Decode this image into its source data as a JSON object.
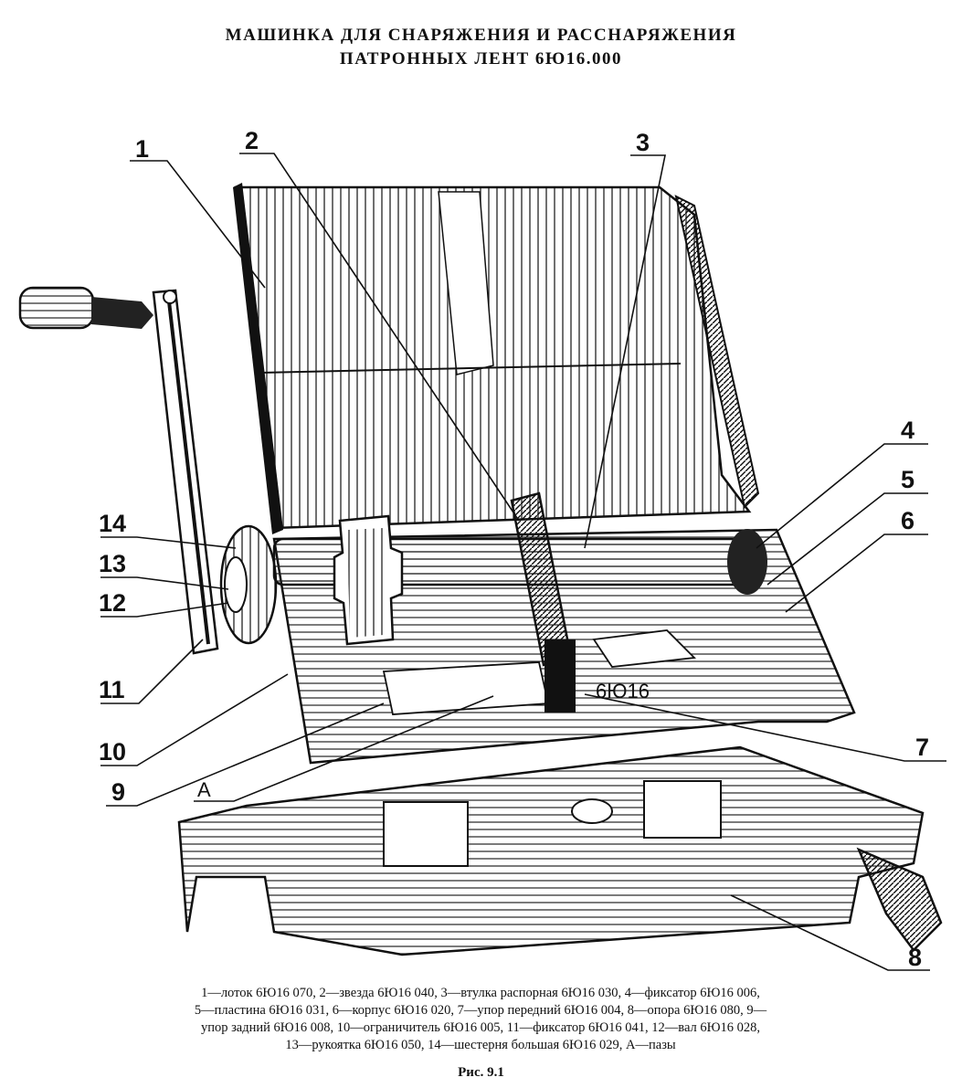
{
  "title": {
    "line1": "МАШИНКА ДЛЯ СНАРЯЖЕНИЯ И РАССНАРЯЖЕНИЯ",
    "line2": "ПАТРОННЫХ ЛЕНТ 6Ю16.000"
  },
  "callouts": {
    "c1": "1",
    "c2": "2",
    "c3": "3",
    "c4": "4",
    "c5": "5",
    "c6": "6",
    "c7": "7",
    "c8": "8",
    "c9": "9",
    "c10": "10",
    "c11": "11",
    "c12": "12",
    "c13": "13",
    "c14": "14",
    "cA": "А"
  },
  "stamp": "6Ю16",
  "caption": {
    "line1": "1—лоток 6Ю16 070, 2—звезда 6Ю16 040, 3—втулка  распорная 6Ю16 030, 4—фиксатор 6Ю16 006,",
    "line2": "5—пластина 6Ю16 031, 6—корпус 6Ю16 020, 7—упор передний 6Ю16 004, 8—опора 6Ю16 080, 9—",
    "line3": "упор задний 6Ю16 008, 10—ограничитель 6Ю16 005,  11—фиксатор 6Ю16 041, 12—вал 6Ю16 028,",
    "line4": "13—рукоятка 6Ю16 050, 14—шестерня  большая 6Ю16 029, А—пазы"
  },
  "figure_label": "Рис. 9.1"
}
